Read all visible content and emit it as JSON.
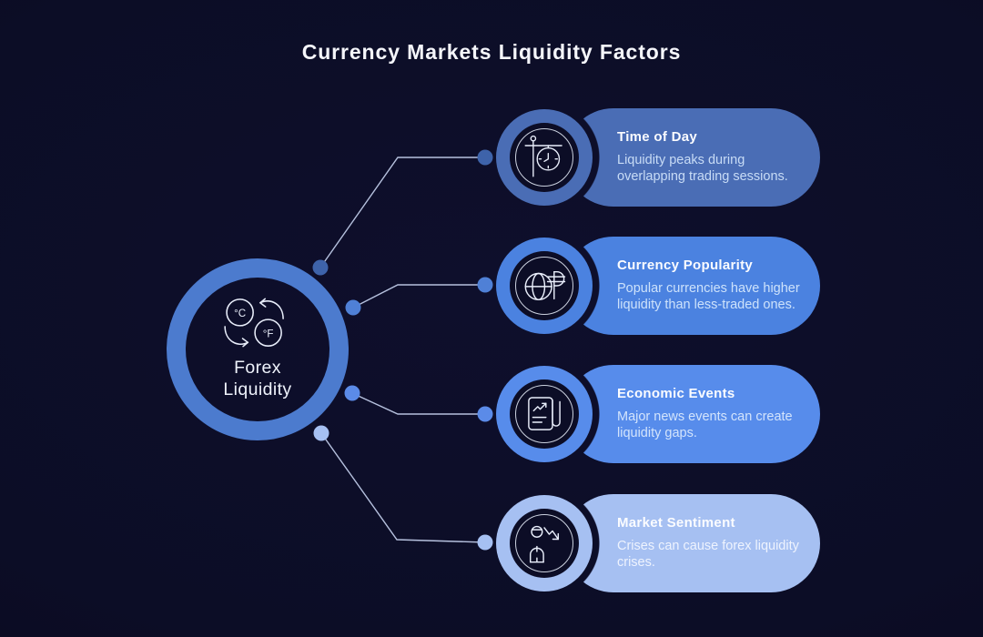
{
  "title": "Currency Markets Liquidity Factors",
  "center": {
    "label_line1": "Forex",
    "label_line2": "Liquidity",
    "icon": "currency-exchange-icon",
    "unit_c": "°C",
    "unit_f": "°F",
    "ring_color": "#4c7bce"
  },
  "factors": [
    {
      "title": "Time of Day",
      "description": "Liquidity peaks during overlapping trading sessions.",
      "icon": "hanging-clock-icon",
      "card_color": "#4a6db5",
      "text_color": "#c8dcf6",
      "dot_color": "#3e63aa"
    },
    {
      "title": "Currency Popularity",
      "description": "Popular currencies have higher liquidity than less-traded ones.",
      "icon": "globe-currency-icon",
      "card_color": "#4b82e0",
      "text_color": "#cde2fb",
      "dot_color": "#4f80d6"
    },
    {
      "title": "Economic Events",
      "description": "Major news events can create liquidity gaps.",
      "icon": "news-document-icon",
      "card_color": "#578ceb",
      "text_color": "#d3e4fc",
      "dot_color": "#5b8be8"
    },
    {
      "title": "Market Sentiment",
      "description": "Crises can cause forex liquidity crises.",
      "icon": "person-decline-icon",
      "card_color": "#a6c0f2",
      "text_color": "#eef3fe",
      "dot_color": "#a6c0f2"
    }
  ],
  "colors": {
    "background": "#0c0d26",
    "connector_line": "#b6c1de",
    "title_text": "#f5f6fb"
  }
}
